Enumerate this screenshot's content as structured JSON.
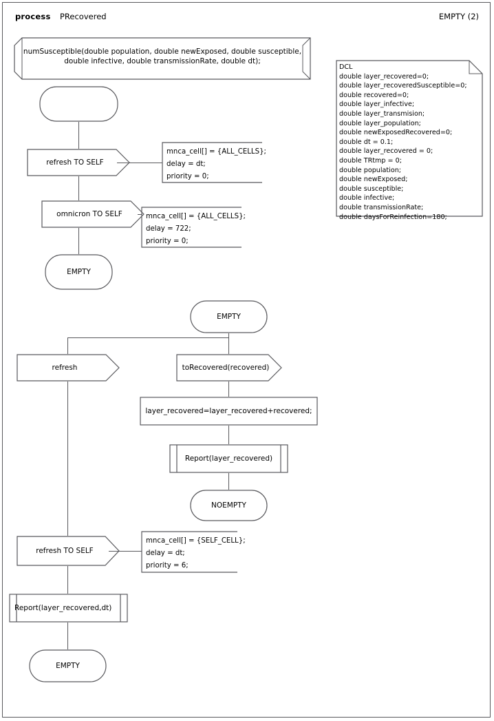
{
  "header": {
    "keyword": "process",
    "name": "PRecovered",
    "right_label": "EMPTY (2)"
  },
  "procedure_decl": {
    "line1": "numSusceptible(double population, double newExposed, double susceptible,",
    "line2": "double infective, double transmissionRate, double dt);"
  },
  "dcl": {
    "title": "DCL",
    "lines": [
      "double layer_recovered=0;",
      "double layer_recoveredSusceptible=0;",
      "double recovered=0;",
      "double layer_infective;",
      "double layer_transmision;",
      "double layer_population;",
      "double newExposedRecovered=0;",
      "double dt = 0.1;",
      "double layer_recovered = 0;",
      "double TRtmp = 0;",
      "double population;",
      "double newExposed;",
      "double susceptible;",
      "double infective;",
      "double transmissionRate;",
      "double daysForReinfection=180;"
    ]
  },
  "states": {
    "start_state": "",
    "empty_1": "EMPTY",
    "empty_2": "EMPTY",
    "noempty": "NOEMPTY",
    "empty_3": "EMPTY"
  },
  "inputs": {
    "refresh_to_self_1": "refresh TO SELF",
    "omnicron_to_self": "omnicron TO SELF",
    "refresh": "refresh",
    "to_recovered": "toRecovered(recovered)",
    "refresh_to_self_2": "refresh TO SELF"
  },
  "comments": {
    "comment_1": [
      "mnca_cell[] = {ALL_CELLS};",
      "delay = dt;",
      "priority = 0;"
    ],
    "comment_2": [
      "mnca_cell[] = {ALL_CELLS};",
      "delay = 722;",
      "priority = 0;"
    ],
    "comment_3": [
      "mnca_cell[] = {SELF_CELL};",
      "delay = dt;",
      "priority = 6;"
    ]
  },
  "task": {
    "assign_recovered": "layer_recovered=layer_recovered+recovered;"
  },
  "calls": {
    "report_1": "Report(layer_recovered)",
    "report_2": "Report(layer_recovered,dt)"
  },
  "colors": {
    "stroke": "#58585c",
    "text": "#000000",
    "background": "#ffffff"
  }
}
